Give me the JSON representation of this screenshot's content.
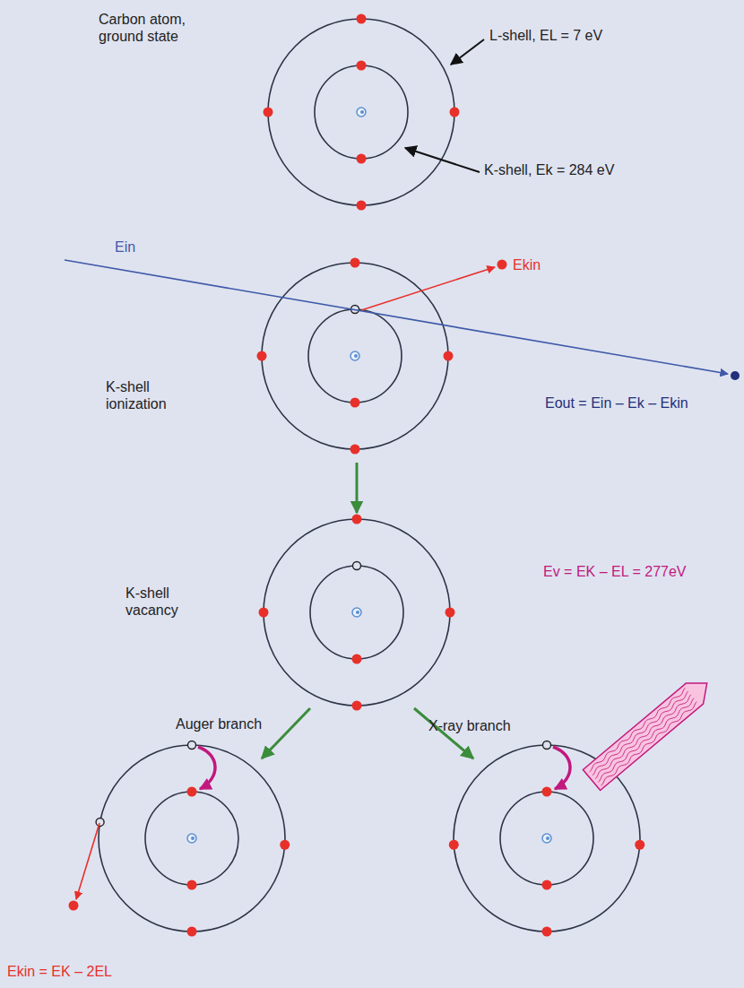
{
  "diagram": {
    "labels": [
      "Carbon atom, ground state",
      "L-shell, EL = 7 eV",
      "K-shell, Ek = 284 eV",
      "Ein",
      "Ekin",
      "K-shell ionization",
      "Eout = Ein – Ek – Ekin",
      "K-shell vacancy",
      "Auger branch",
      "X-ray branch",
      "Ev = EK – EL = 277eV",
      "Ekin = EK – 2EL"
    ]
  }
}
